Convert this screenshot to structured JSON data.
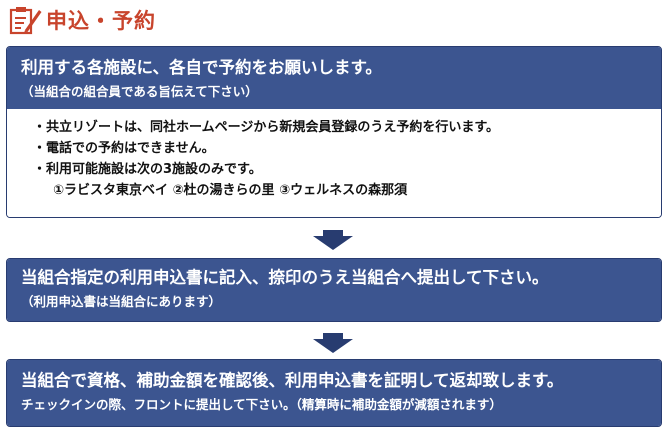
{
  "heading": {
    "title": "申込・予約",
    "icon": "clipboard-pencil-icon",
    "color": "#c8442c"
  },
  "step1": {
    "title": "利用する各施設に、各自で予約をお願いします。",
    "note": "（当組合の組合員である旨伝えて下さい）",
    "items": [
      "・共立リゾートは、同社ホームページから新規会員登録のうえ予約を行います。",
      "・電話での予約はできません。",
      "・利用可能施設は次の3施設のみです。",
      "①ラビスタ東京ベイ ②杜の湯きらの里 ③ウェルネスの森那須"
    ]
  },
  "step2": {
    "title": "当組合指定の利用申込書に記入、捺印のうえ当組合へ提出して下さい。",
    "note": "（利用申込書は当組合にあります）"
  },
  "step3": {
    "title": "当組合で資格、補助金額を確認後、利用申込書を証明して返却致します。",
    "note": "チェックインの際、フロントに提出して下さい。（精算時に補助金額が減額されます）"
  },
  "colors": {
    "card_header": "#3c5590",
    "card_border": "#283c70",
    "arrow": "#283c70"
  }
}
